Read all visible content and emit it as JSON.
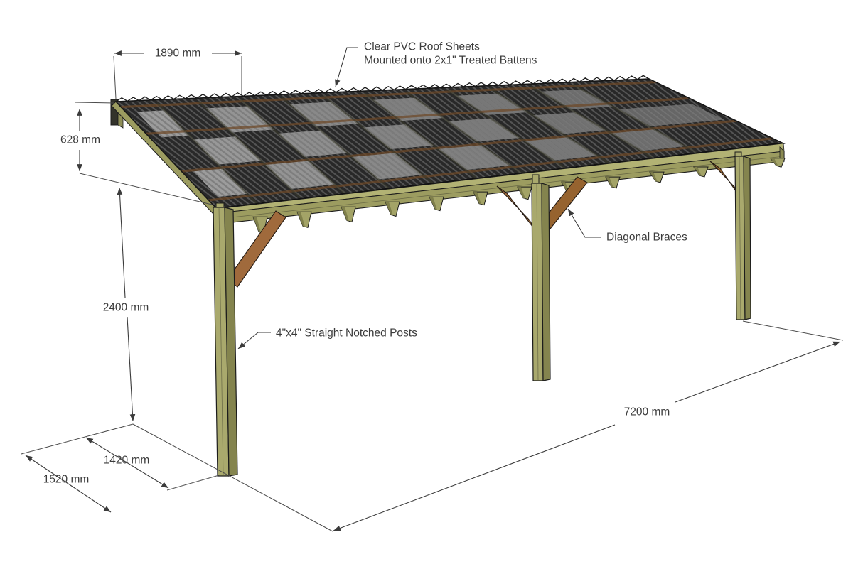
{
  "drawing": {
    "dimensions": {
      "sheet_length": "1890 mm",
      "fascia_height": "628 mm",
      "post_height": "2400 mm",
      "depth_to_post": "1420 mm",
      "ground_depth": "1520 mm",
      "overall_length": "7200 mm"
    },
    "annotations": {
      "roof_note_line1": "Clear PVC Roof Sheets",
      "roof_note_line2": "Mounted onto 2x1\" Treated Battens",
      "diagonal_braces": "Diagonal Braces",
      "posts": "4\"x4\" Straight Notched Posts"
    },
    "colors": {
      "timber_light": "#a9a96d",
      "timber_mid": "#9c9c60",
      "timber_dark": "#7f7f4b",
      "brace_brown": "#a06a3c",
      "batten_brown": "#6e4827",
      "roof_dark": "#282828",
      "line_color": "#3b3b3b"
    }
  }
}
